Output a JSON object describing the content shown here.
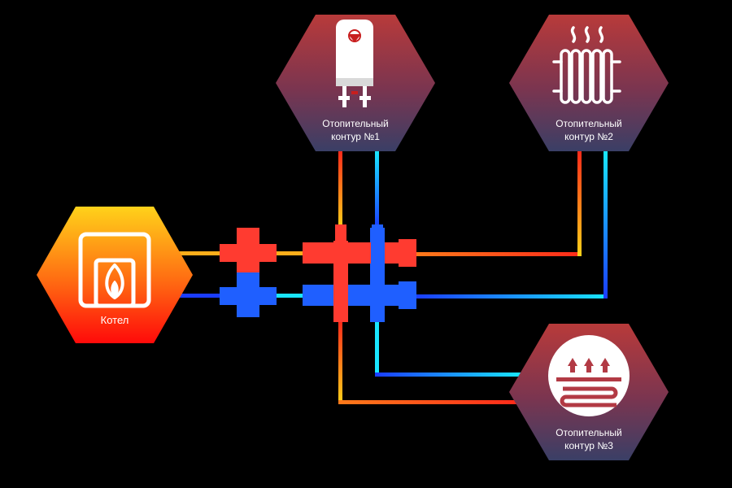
{
  "boiler": {
    "label": "Котел",
    "icon": "boiler-flame-icon"
  },
  "circuits": [
    {
      "label": "Отопительный\nконтур  №1",
      "icon": "water-heater-icon"
    },
    {
      "label": "Отопительный\nконтур  №2",
      "icon": "radiator-icon"
    },
    {
      "label": "Отопительный\nконтур  №3",
      "icon": "underfloor-heating-icon"
    }
  ],
  "colors": {
    "background": "#000000",
    "hot": "#ff3b30",
    "cold": "#1f5fff",
    "boiler_top": "#ffd21a",
    "boiler_bottom": "#ff0a0a",
    "circuit_top": "#b83a3a",
    "circuit_bottom": "#3a3f66",
    "hot_pipe_start": "#ffd21a",
    "hot_pipe_end": "#ff2a1a",
    "cold_pipe_start": "#1a3cff",
    "cold_pipe_end": "#19e6ff"
  }
}
